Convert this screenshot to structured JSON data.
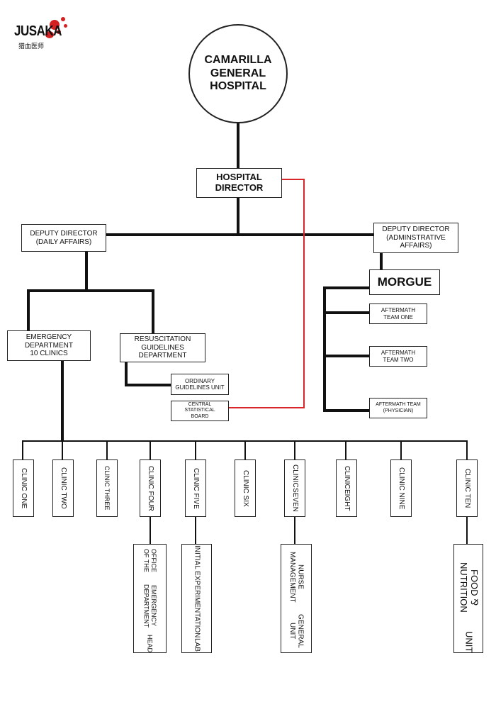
{
  "logo": {
    "word": "JUSAKA",
    "subtitle": "猎血医师",
    "splatter_color": "#d42020"
  },
  "hospital": {
    "title_lines": [
      "CAMARILLA",
      "GENERAL",
      "HOSPITAL"
    ]
  },
  "director": {
    "lines": [
      "HOSPITAL",
      "DIRECTOR"
    ]
  },
  "deputy_daily": {
    "lines": [
      "DEPUTY DIRECTOR",
      "(DAILY AFFAIRS)"
    ]
  },
  "deputy_admin": {
    "lines": [
      "DEPUTY DIRECTOR",
      "(ADMINSTRATIVE",
      "AFFAIRS)"
    ]
  },
  "emergency": {
    "lines": [
      "EMERGENCY",
      "DEPARTMENT",
      "10 CLINICS"
    ]
  },
  "resuscitation": {
    "lines": [
      "RESUSCITATION",
      "GUIDELINES",
      "DEPARTMENT"
    ]
  },
  "ordinary": {
    "lines": [
      "ORDINARY",
      "GUIDELINES UNIT"
    ]
  },
  "central": {
    "lines": [
      "CENTRAL",
      "STATISTICAL",
      "BOARD"
    ]
  },
  "morgue": {
    "label": "MORGUE"
  },
  "aftermath": [
    {
      "lines": [
        "AFTERMATH",
        "TEAM ONE"
      ]
    },
    {
      "lines": [
        "AFTERMATH",
        "TEAM TWO"
      ]
    },
    {
      "lines": [
        "AFTERMATH TEAM",
        "(PHYSICIAN)"
      ]
    }
  ],
  "clinics": [
    {
      "lines": [
        "CLINIC ONE"
      ]
    },
    {
      "lines": [
        "CLINIC TWO"
      ]
    },
    {
      "lines": [
        "CLINIC THREE"
      ]
    },
    {
      "lines": [
        "CLINIC FOUR"
      ]
    },
    {
      "lines": [
        "CLINIC FIVE"
      ]
    },
    {
      "lines": [
        "CLINIC SIX"
      ]
    },
    {
      "lines": [
        "CLINIC",
        "SEVEN"
      ]
    },
    {
      "lines": [
        "CLINIC",
        "EIGHT"
      ]
    },
    {
      "lines": [
        "CLINIC NINE"
      ]
    },
    {
      "lines": [
        "CLINIC TEN"
      ]
    }
  ],
  "sub_units": [
    {
      "lines": [
        "OFFICE OF THE",
        "EMERGENCY DEPARTMENT",
        "HEAD"
      ]
    },
    {
      "lines": [
        "INITIAL EXPERIMENTATION",
        "LAB"
      ]
    },
    {
      "lines": [
        "NURSE MANAGEMENT",
        "GENERAL UNIT"
      ]
    },
    {
      "lines": [
        "FOOD ⅋ NUTRITION",
        "UNIT"
      ]
    }
  ],
  "colors": {
    "line": "#111111",
    "special_link": "#d9262a"
  }
}
